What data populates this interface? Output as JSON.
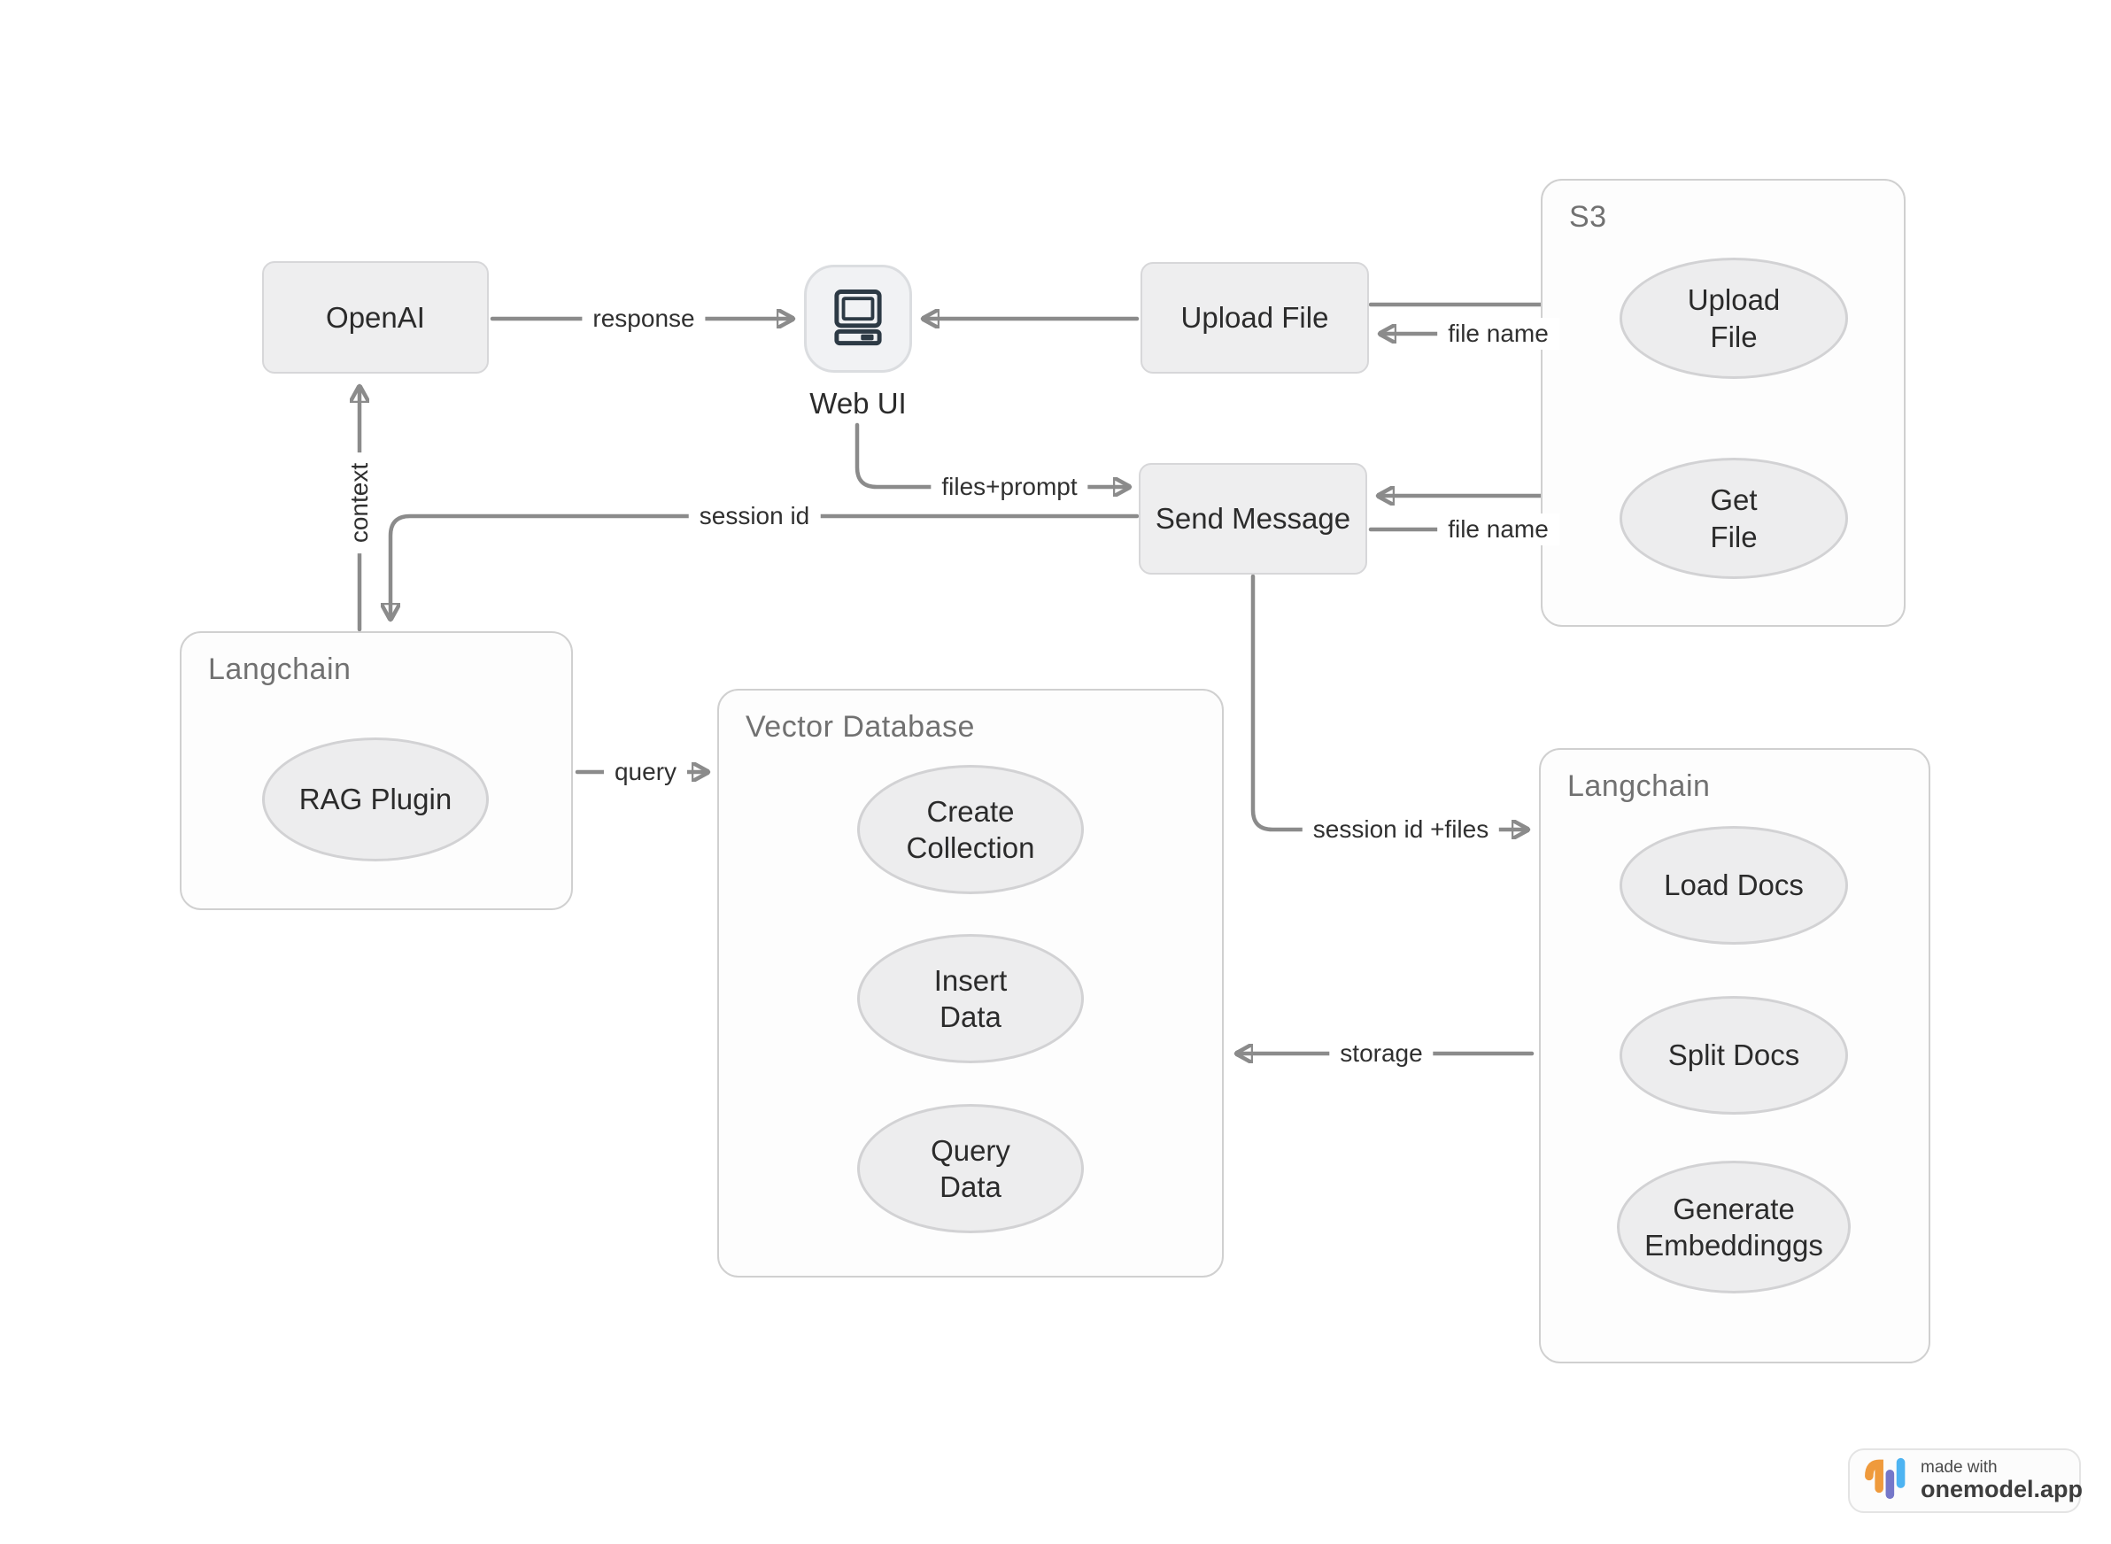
{
  "diagram": {
    "nodes": {
      "openai": "OpenAI",
      "web_ui": "Web UI",
      "upload_file": "Upload File",
      "send_message": "Send Message"
    },
    "containers": {
      "s3": {
        "label": "S3",
        "items": {
          "upload_file": "Upload File",
          "get_file": "Get File"
        }
      },
      "langchain_left": {
        "label": "Langchain",
        "items": {
          "rag_plugin": "RAG Plugin"
        }
      },
      "vector_database": {
        "label": "Vector Database",
        "items": {
          "create_collection": "Create Collection",
          "insert_data": "Insert Data",
          "query_data": "Query Data"
        }
      },
      "langchain_right": {
        "label": "Langchain",
        "items": {
          "load_docs": "Load Docs",
          "split_docs": "Split Docs",
          "generate_embeddings": "Generate Embeddinggs"
        }
      }
    },
    "edge_labels": {
      "response": "response",
      "file_name_upload": "file name",
      "files_prompt": "files+prompt",
      "session_id": "session id",
      "context": "context",
      "file_name_get": "file name",
      "session_id_files": "session id +files",
      "query": "query",
      "storage": "storage"
    }
  },
  "badge": {
    "made_with": "made with",
    "brand": "onemodel.app"
  },
  "colors": {
    "edge": "#8b8b8b",
    "node_fill": "#eeeeef",
    "container_border": "#d0d0d0",
    "icon_dark": "#2d3a45",
    "logo_orange": "#EF9A3C",
    "logo_purple": "#7577C9",
    "logo_blue": "#4EB4F2"
  }
}
